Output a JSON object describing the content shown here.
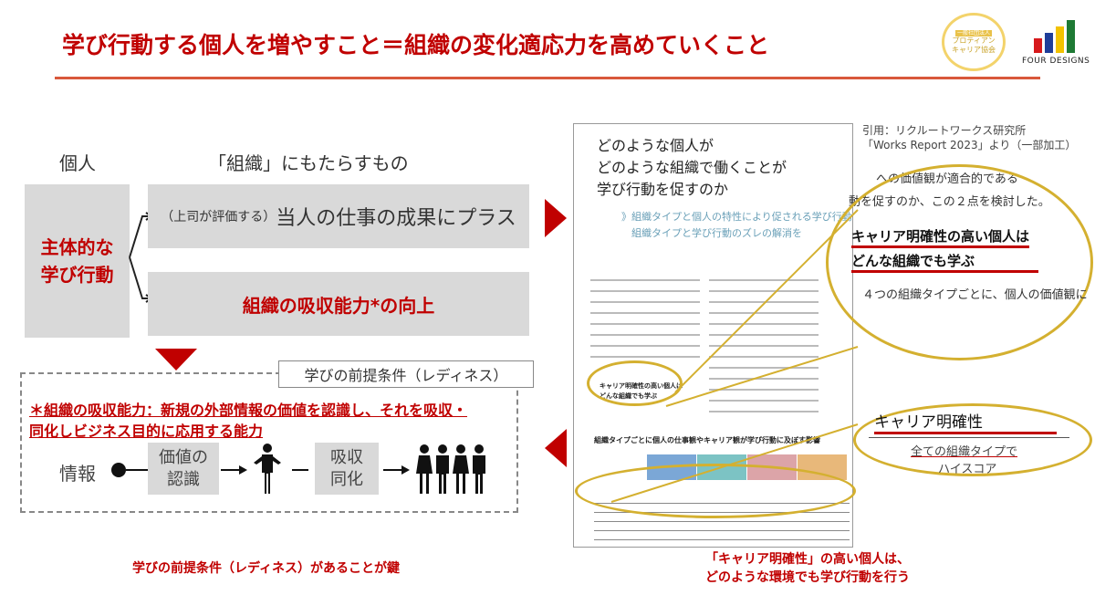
{
  "title": "学び行動する個人を増やすこと＝組織の変化適応力を高めていくこと",
  "logos": {
    "badge_tag": "一般社団法人",
    "badge_line1": "プロティアン",
    "badge_line2": "キャリア協会",
    "four_designs": "FOUR DESIGNS",
    "bar_colors": [
      "#d7191c",
      "#1f3d99",
      "#f2c200",
      "#1e7a34"
    ]
  },
  "left": {
    "individual_head": "個人",
    "org_head": "「組織」にもたらすもの",
    "main_line1": "主体的な",
    "main_line2": "学び行動",
    "benefit1_small": "（上司が評価する）",
    "benefit1": "当人の仕事の成果にプラス",
    "benefit2": "組織の吸収能力*の向上",
    "readiness_label": "学びの前提条件（レディネス）",
    "definition_line1": "＊組織の吸収能力：新規の外部情報の価値を認識し、それを吸収・",
    "definition_line2": "同化しビジネス目的に応用する能力",
    "flow": {
      "info": "情報",
      "step1_l1": "価値の",
      "step1_l2": "認識",
      "step2_l1": "吸収",
      "step2_l2": "同化"
    },
    "caption": "学びの前提条件（レディネス）があることが鍵"
  },
  "right": {
    "citation_l1": "引用：リクルートワークス研究所",
    "citation_l2": "「Works Report 2023」より（一部加工）",
    "report_title_l1": "どのような個人が",
    "report_title_l2": "どのような組織で働くことが",
    "report_title_l3": "学び行動を促すのか",
    "report_sub_l1": "》組織タイプと個人の特性により促される学び行動が",
    "report_sub_l2": "　組織タイプと学び行動のズレの解消を",
    "report_small_heading_l1": "キャリア明確性の高い個人は",
    "report_small_heading_l2": "どんな組織でも学ぶ",
    "report_chart_title": "組織タイプごとに個人の仕事観やキャリア観が学び行動に及ぼす影響",
    "zoom1_text1": "への価値観が適合的である",
    "zoom1_text2": "動を促すのか、この２点を検討した。",
    "zoom1_heading_l1": "キャリア明確性の高い個人は",
    "zoom1_heading_l2": "どんな組織でも学ぶ",
    "zoom1_text3": "４つの組織タイプごとに、個人の価値観に",
    "zoom2_heading": "キャリア明確性",
    "zoom2_l1": "全ての組織タイプで",
    "zoom2_l2": "ハイスコア",
    "caption_l1": "「キャリア明確性」の高い個人は、",
    "caption_l2": "どのような環境でも学び行動を行う"
  }
}
